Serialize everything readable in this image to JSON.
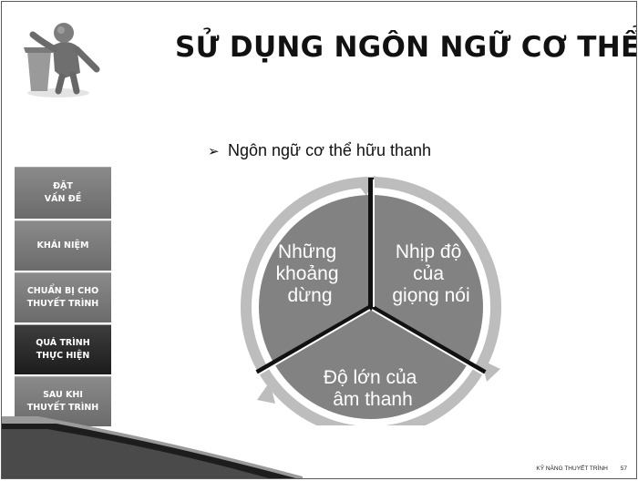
{
  "slide": {
    "title": "SỬ DỤNG NGÔN NGỮ CƠ THỂ",
    "bullet": "Ngôn ngữ cơ thể hữu thanh",
    "bullet_marker": "➢"
  },
  "nav": [
    {
      "label": "ĐẶT\nVẤN ĐỀ",
      "active": false
    },
    {
      "label": "KHÁI NIỆM",
      "active": false
    },
    {
      "label": "CHUẨN BỊ CHO\nTHUYẾT TRÌNH",
      "active": false
    },
    {
      "label": "QUÁ TRÌNH\nTHỰC HIỆN",
      "active": true
    },
    {
      "label": "SAU KHI\nTHUYẾT TRÌNH",
      "active": false
    }
  ],
  "cycle": {
    "segments": [
      {
        "lines": [
          "Những",
          "khoảng",
          "dừng"
        ]
      },
      {
        "lines": [
          "Nhịp độ",
          "của",
          "giọng nói"
        ]
      },
      {
        "lines": [
          "Độ lớn của",
          "âm thanh"
        ]
      }
    ]
  },
  "footer": {
    "course": "KỸ NĂNG THUYẾT TRÌNH",
    "page": "57"
  }
}
